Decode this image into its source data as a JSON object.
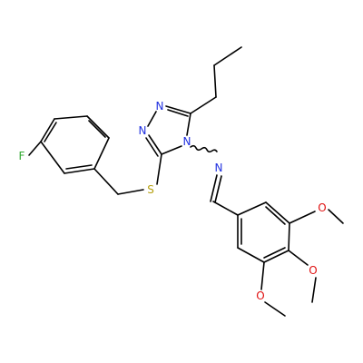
{
  "colors": {
    "background": "#ffffff",
    "bond": "#000000",
    "N": "#2030e0",
    "O": "#e01010",
    "F": "#2fa82f",
    "S": "#b5a010"
  },
  "atoms": [
    {
      "id": "F1",
      "element": "F",
      "label": "F"
    },
    {
      "id": "S1",
      "element": "S",
      "label": "S"
    },
    {
      "id": "N1",
      "element": "N",
      "label": "N"
    },
    {
      "id": "N2",
      "element": "N",
      "label": "N"
    },
    {
      "id": "N4",
      "element": "N",
      "label": "N"
    },
    {
      "id": "N5",
      "element": "N",
      "label": "N"
    },
    {
      "id": "O1",
      "element": "O",
      "label": "O"
    },
    {
      "id": "O2",
      "element": "O",
      "label": "O"
    },
    {
      "id": "O3",
      "element": "O",
      "label": "O"
    }
  ]
}
